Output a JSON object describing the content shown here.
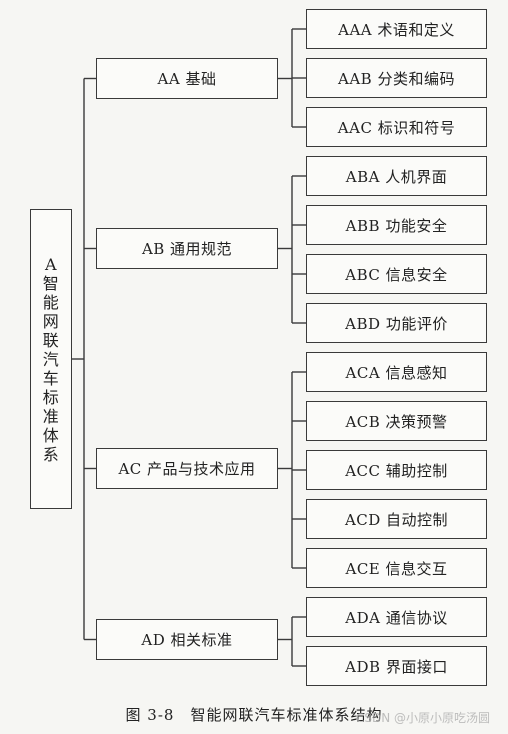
{
  "root": {
    "code": "A",
    "chars": [
      "智",
      "能",
      "网",
      "联",
      "汽",
      "车",
      "标",
      "准",
      "体",
      "系"
    ]
  },
  "categories": [
    {
      "label": "AA 基础",
      "children": [
        "AAA 术语和定义",
        "AAB 分类和编码",
        "AAC 标识和符号"
      ]
    },
    {
      "label": "AB 通用规范",
      "children": [
        "ABA 人机界面",
        "ABB 功能安全",
        "ABC 信息安全",
        "ABD 功能评价"
      ]
    },
    {
      "label": "AC 产品与技术应用",
      "children": [
        "ACA 信息感知",
        "ACB 决策预警",
        "ACC 辅助控制",
        "ACD 自动控制",
        "ACE 信息交互"
      ]
    },
    {
      "label": "AD 相关标准",
      "children": [
        "ADA 通信协议",
        "ADB 界面接口"
      ]
    }
  ],
  "caption": "图 3-8　智能网联汽车标准体系结构",
  "watermark": "CSDN @小原小原吃汤圆"
}
